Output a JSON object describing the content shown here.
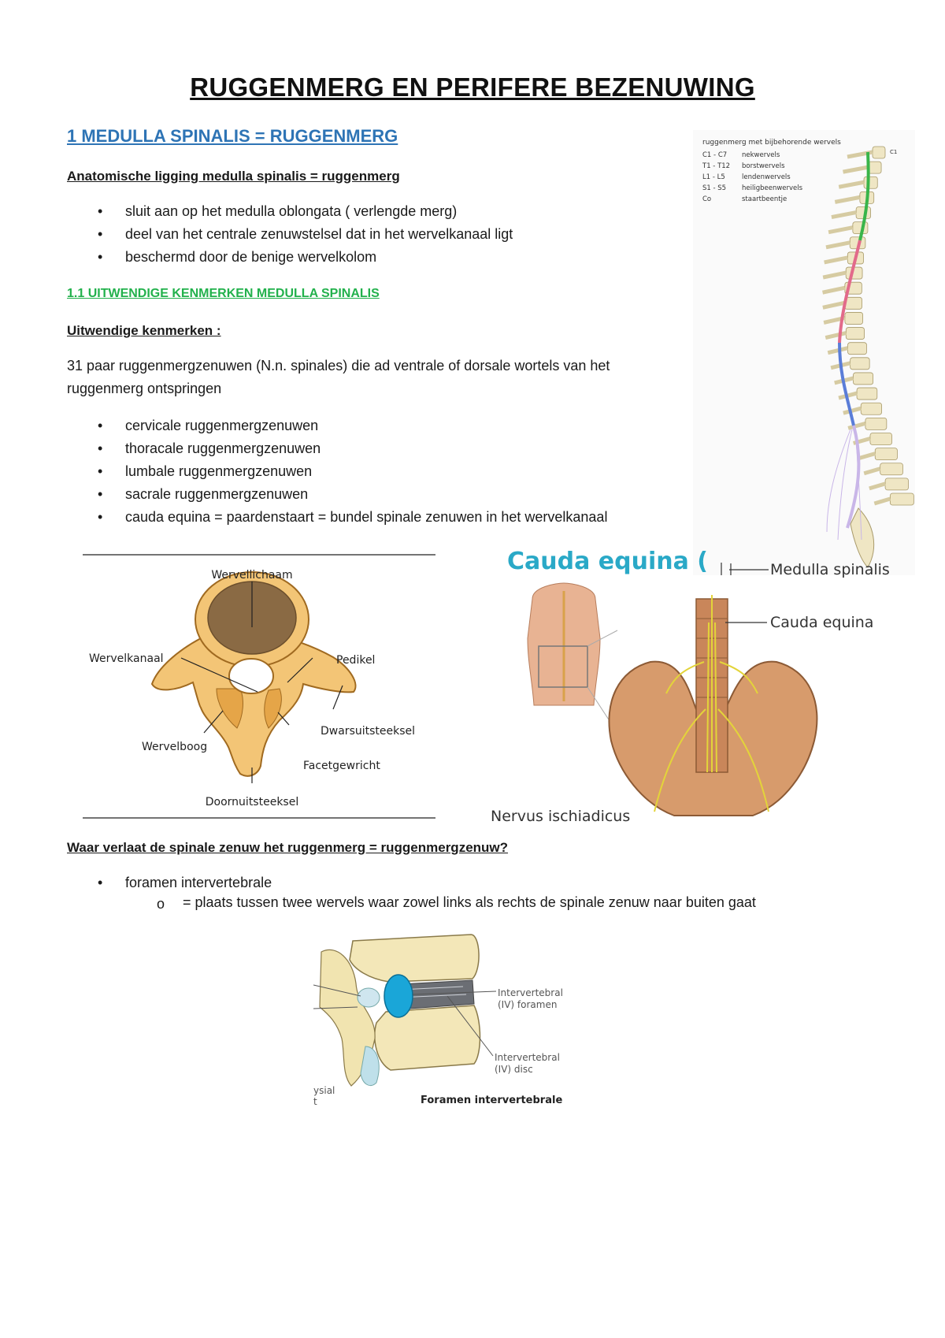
{
  "title": "RUGGENMERG EN PERIFERE BEZENUWING",
  "section1": {
    "heading": "1 MEDULLA SPINALIS = RUGGENMERG",
    "subheading": "Anatomische ligging medulla spinalis = ruggenmerg",
    "bullets": [
      "sluit aan op het medulla oblongata ( verlengde merg)",
      "deel van het centrale zenuwstelsel dat in het wervelkanaal ligt",
      "beschermd door de benige wervelkolom"
    ]
  },
  "section11": {
    "heading": "1.1 UITWENDIGE KENMERKEN MEDULLA SPINALIS",
    "subheading": "Uitwendige kenmerken :",
    "paragraph": "31 paar ruggenmergzenuwen (N.n. spinales) die ad ventrale of dorsale wortels van het ruggenmerg ontspringen",
    "bullets": [
      "cervicale ruggenmergzenuwen",
      "thoracale ruggenmergzenuwen",
      "lumbale ruggenmergzenuwen",
      "sacrale ruggenmergzenuwen",
      "cauda equina = paardenstaart = bundel spinale zenuwen in het wervelkanaal"
    ]
  },
  "spine_figure": {
    "header": "ruggenmerg met bijbehorende wervels",
    "rows": [
      {
        "range": "C1 - C7",
        "name": "nekwervels"
      },
      {
        "range": "T1 - T12",
        "name": "borstwervels"
      },
      {
        "range": "L1 - L5",
        "name": "lendenwervels"
      },
      {
        "range": "S1 - S5",
        "name": "heiligbeenwervels"
      },
      {
        "range": "Co",
        "name": "staartbeentje"
      }
    ],
    "marker": "C1"
  },
  "vertebra_figure": {
    "labels": {
      "wervellichaam": "Wervellichaam",
      "wervelkanaal": "Wervelkanaal",
      "pedikel": "Pedikel",
      "dwarsuitsteeksel": "Dwarsuitsteeksel",
      "wervelboog": "Wervelboog",
      "facetgewricht": "Facetgewricht",
      "doornuitsteeksel": "Doornuitsteeksel"
    }
  },
  "cauda_figure": {
    "title": "Cauda equina (",
    "labels": {
      "medulla": "Medulla spinalis",
      "cauda": "Cauda equina",
      "nervus": "Nervus ischiadicus"
    }
  },
  "section_exit": {
    "subheading": "Waar verlaat de spinale zenuw het ruggenmerg = ruggenmergzenuw?",
    "bullet": "foramen intervertebrale",
    "subbullet_marker": "o",
    "subbullet": "= plaats tussen twee wervels waar zowel links als rechts de spinale zenuw naar buiten gaat"
  },
  "foramen_figure": {
    "label_foramen_1": "Intervertebral",
    "label_foramen_2": "(IV) foramen",
    "label_disc_1": "Intervertebral",
    "label_disc_2": "(IV) disc",
    "cut_label_1": "ysial",
    "cut_label_2": "t",
    "caption": "Foramen intervertebrale"
  }
}
